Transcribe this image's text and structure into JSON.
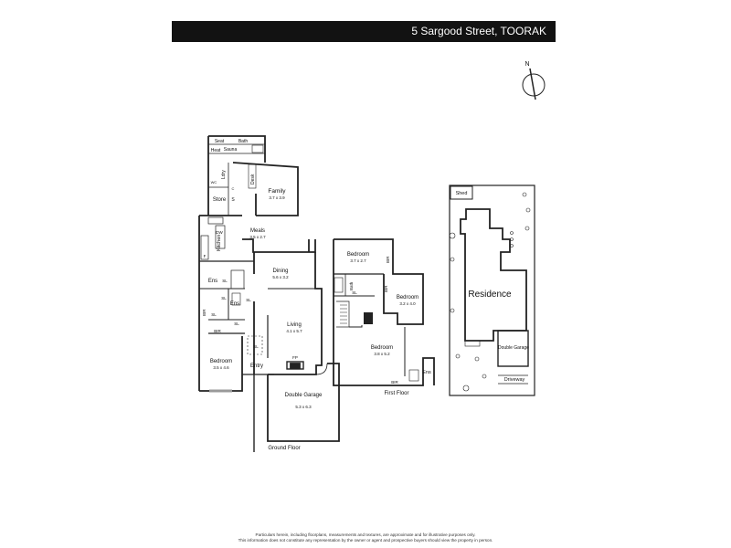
{
  "header": {
    "address": "5 Sargood Street, TOORAK"
  },
  "compass": {
    "label": "N"
  },
  "ground_floor": {
    "title": "Ground Floor",
    "rooms": [
      {
        "name": "Family",
        "dims": "3.7 x 3.9"
      },
      {
        "name": "Meals",
        "dims": "3.5 x 2.7"
      },
      {
        "name": "Dining",
        "dims": "5.6 x 3.2"
      },
      {
        "name": "Living",
        "dims": "4.1 x 5.7"
      },
      {
        "name": "Bedroom",
        "dims": "3.5 x 4.6"
      },
      {
        "name": "Double Garage",
        "dims": "5.3 x 6.3"
      }
    ],
    "small": {
      "seat": "Seat",
      "bath": "Bath",
      "heat": "Heat",
      "sauna": "Sauna",
      "ldry": "Ldry",
      "desk": "Desk",
      "wc": "WC",
      "c": "C",
      "store": "Store",
      "s": "S",
      "dw": "DW",
      "kitchen": "Kitchen",
      "f": "F",
      "ens1": "Ens",
      "sl1": "SL",
      "ens2": "Ens",
      "sl2": "SL",
      "sl3": "SL",
      "sl4": "SL",
      "sl5": "SL",
      "bir": "BIR",
      "bir2": "BIR",
      "entry": "Entry",
      "fp": "FP"
    }
  },
  "first_floor": {
    "title": "First Floor",
    "rooms": [
      {
        "name": "Bedroom",
        "dims": "3.7 x 2.7"
      },
      {
        "name": "Bedroom",
        "dims": "3.2 x 4.0"
      },
      {
        "name": "Bedroom",
        "dims": "3.8 x 5.2"
      }
    ],
    "small": {
      "bath": "Bath",
      "bir1": "BIR",
      "bir2": "BIR",
      "bir3": "BIR",
      "sl": "SL",
      "ens": "Ens"
    }
  },
  "site_plan": {
    "shed": "Shed",
    "residence": "Residence",
    "garage": "Double Garage",
    "driveway": "Driveway"
  },
  "disclaimer": {
    "line1": "Particulars herein, including floorplans, measurements and textures, are approximate and for illustrative purposes only.",
    "line2": "This information does not constitute any representation by the owner or agent and prospective buyers should view the property in person."
  }
}
